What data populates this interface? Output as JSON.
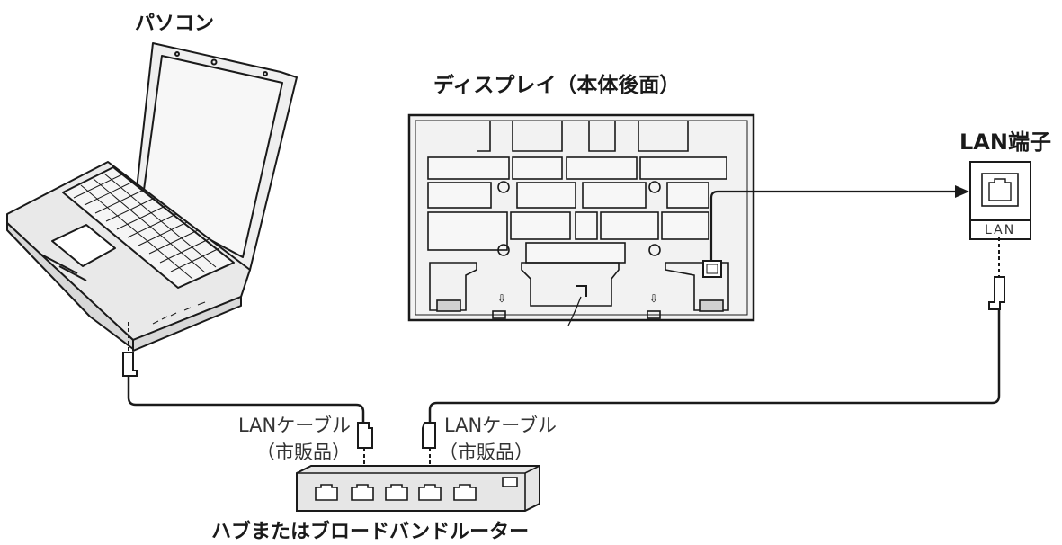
{
  "labels": {
    "computer": "パソコン",
    "display": "ディスプレイ（本体後面）",
    "lan_terminal": "LAN端子",
    "lan_port_label": "LAN",
    "cable_left_line1": "LANケーブル",
    "cable_left_line2": "（市販品）",
    "cable_right_line1": "LANケーブル",
    "cable_right_line2": "（市販品）",
    "hub": "ハブまたはブロードバンドルーター"
  },
  "colors": {
    "line": "#1a1a1a",
    "device_fill": "#ececec",
    "panel_fill": "#f2f2f2",
    "highlight": "#ffffff"
  },
  "icons": {
    "laptop": "laptop-icon",
    "display_rear": "display-rear-icon",
    "lan_jack": "lan-jack-icon",
    "hub": "hub-icon",
    "plug": "rj45-plug-icon"
  }
}
